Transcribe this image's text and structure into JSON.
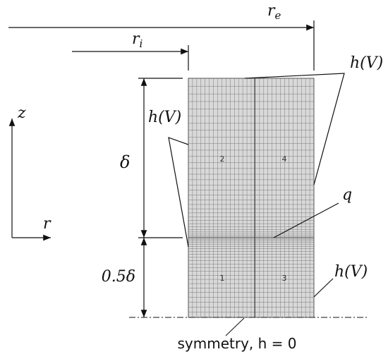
{
  "labels": {
    "re": "r",
    "re_sub": "e",
    "ri": "r",
    "ri_sub": "i",
    "z": "z",
    "r": "r",
    "delta": "δ",
    "half_delta": "0.5δ",
    "hV_top_right": "h(V)",
    "hV_left": "h(V)",
    "hV_bottom_right": "h(V)",
    "q": "q",
    "symmetry": "symmetry, h = 0"
  },
  "regions": [
    "1",
    "2",
    "3",
    "4"
  ],
  "colors": {
    "mesh_fill": "#d9d9d9",
    "mesh_line": "#7a7a7a",
    "ink": "#111111"
  }
}
